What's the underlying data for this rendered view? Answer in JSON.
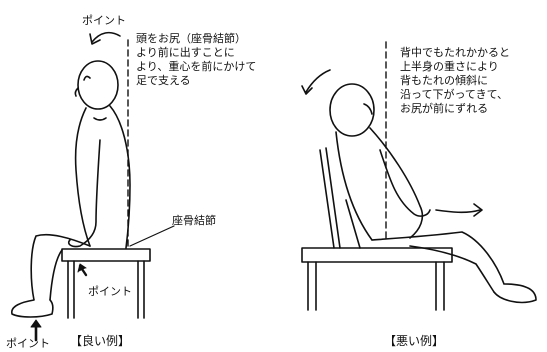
{
  "good_example": {
    "caption": "【良い例】",
    "point_top": "ポイント",
    "point_middle": "ポイント",
    "point_bottom": "ポイント",
    "tailbone_label": "座骨結節",
    "explanation_lines": [
      "頭をお尻（座骨結節）",
      "より前に出すことに",
      "より、重心を前にかけて",
      "足で支える"
    ]
  },
  "bad_example": {
    "caption": "【悪い例】",
    "explanation_lines": [
      "背中でもたれかかると",
      "上半身の重さにより",
      "背もたれの傾斜に",
      "沿って下がってきて、",
      "お尻が前にずれる"
    ]
  },
  "colors": {
    "ink": "#111111",
    "background": "#ffffff"
  }
}
